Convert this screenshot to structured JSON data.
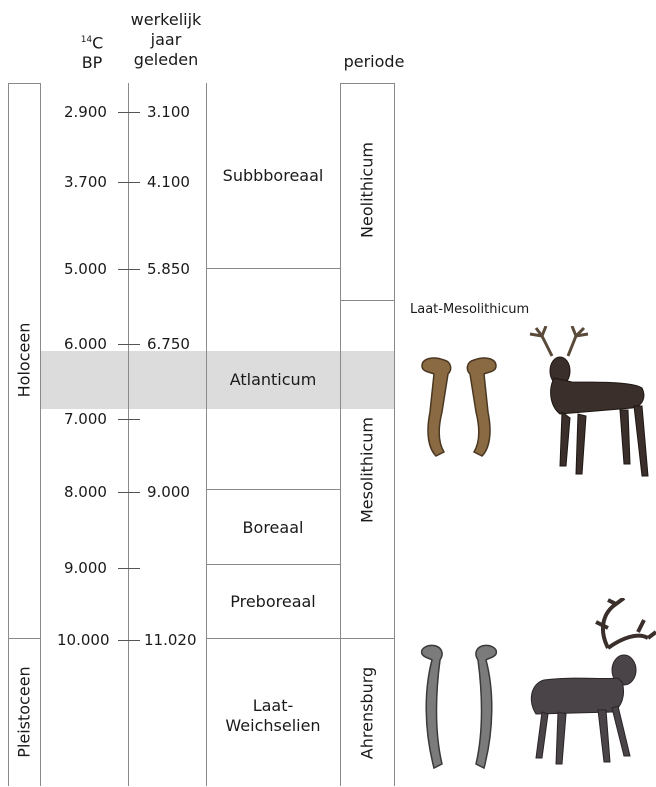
{
  "headers": {
    "c14_sup": "14",
    "c14_c": "C",
    "c14_bp": "BP",
    "werkelijk_line1": "werkelijk",
    "werkelijk_line2": "jaar",
    "werkelijk_line3": "geleden",
    "periode": "periode"
  },
  "c14_values": [
    "2.900",
    "3.700",
    "5.000",
    "6.000",
    "7.000",
    "8.000",
    "9.000",
    "10.000"
  ],
  "real_values": [
    "3.100",
    "4.100",
    "5.850",
    "6.750",
    "9.000",
    "11.020"
  ],
  "zones": {
    "subboreaal": "Subbboreaal",
    "atlanticum": "Atlanticum",
    "boreaal": "Boreaal",
    "preboreaal": "Preboreaal",
    "laat_weichselien_1": "Laat-",
    "laat_weichselien_2": "Weichselien"
  },
  "epochs": {
    "holoceen": "Holoceen",
    "pleistoceen": "Pleistoceen"
  },
  "periods": {
    "neolithicum": "Neolithicum",
    "mesolithicum": "Mesolithicum",
    "ahrensburg": "Ahrensburg"
  },
  "annotation": "Laat-Mesolithicum",
  "images": {
    "red_deer_antler": "antler-pair",
    "red_deer": "red-deer",
    "reindeer_antler": "antler-pair",
    "reindeer": "reindeer"
  }
}
